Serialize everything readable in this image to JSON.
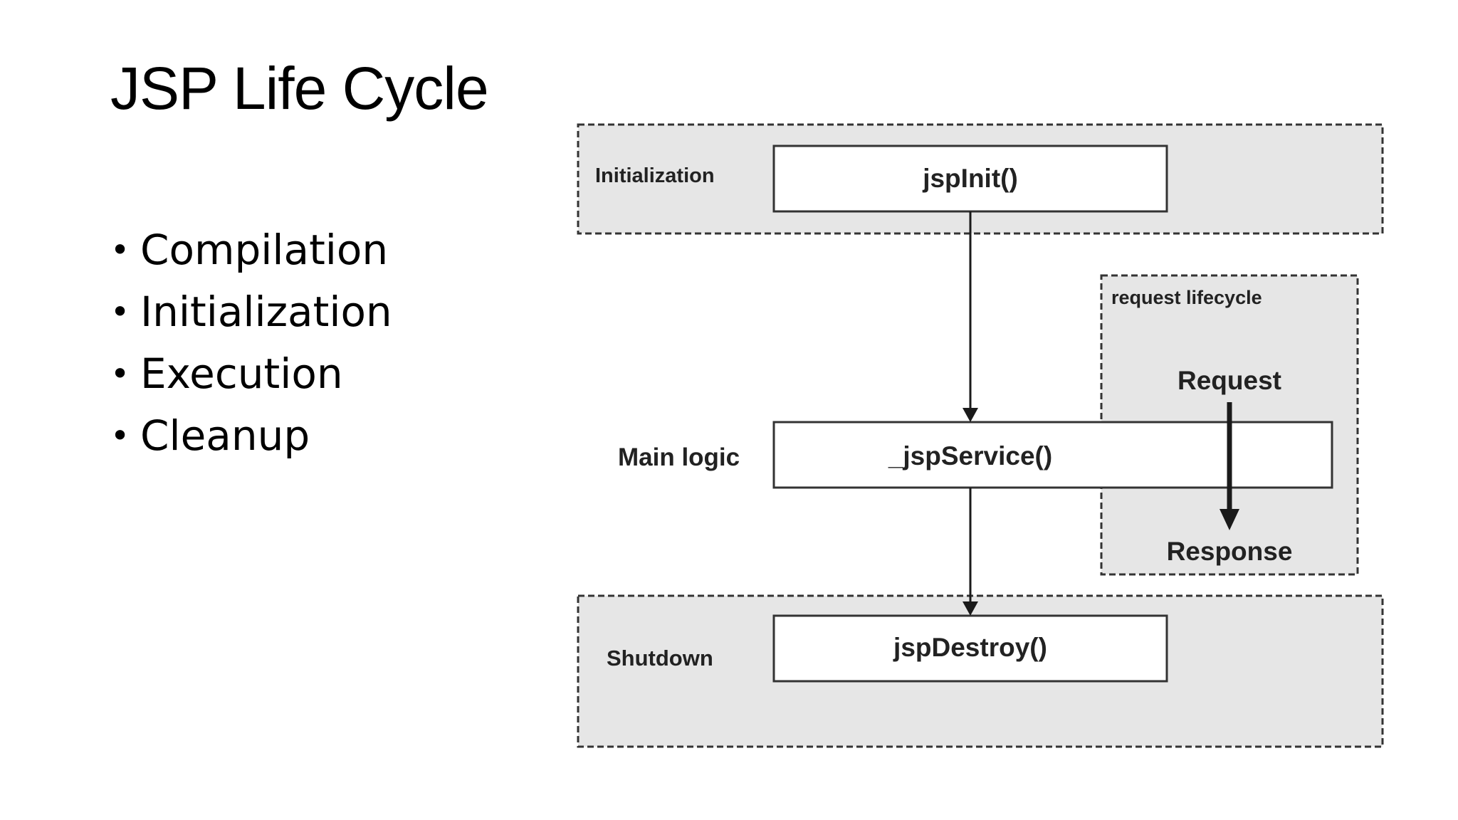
{
  "slide": {
    "title": "JSP Life Cycle",
    "bullets": [
      "Compilation",
      "Initialization",
      "Execution",
      "Cleanup"
    ]
  },
  "diagram": {
    "phases": {
      "initialization": {
        "label": "Initialization",
        "method": "jspInit()"
      },
      "main_logic": {
        "label": "Main logic",
        "method": "_jspService()"
      },
      "shutdown": {
        "label": "Shutdown",
        "method": "jspDestroy()"
      }
    },
    "request_lifecycle": {
      "label": "request lifecycle",
      "request": "Request",
      "response": "Response"
    },
    "colors": {
      "region_fill": "#e6e6e6",
      "stroke": "#333333",
      "box_fill": "#ffffff"
    }
  }
}
